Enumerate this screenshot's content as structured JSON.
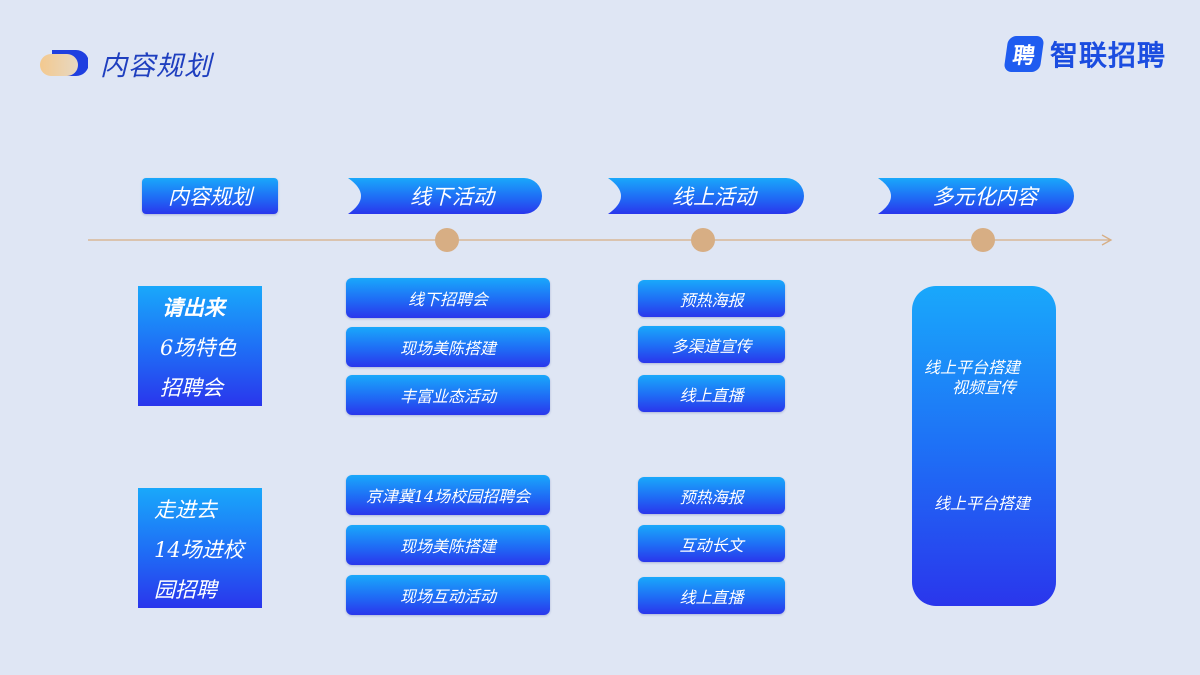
{
  "header": {
    "title": "内容规划",
    "brand_icon_text": "聘",
    "brand_name": "智联招聘"
  },
  "timeline_headers": {
    "start": "内容规划",
    "offline": "线下活动",
    "online": "线上活动",
    "diverse": "多元化内容"
  },
  "group1": {
    "label": [
      "请出来",
      "6场特色",
      "招聘会"
    ],
    "offline": [
      "线下招聘会",
      "现场美陈搭建",
      "丰富业态活动"
    ],
    "online": [
      "预热海报",
      "多渠道宣传",
      "线上直播"
    ]
  },
  "group2": {
    "label": [
      "走进去",
      "14场进校",
      "园招聘"
    ],
    "offline": [
      "京津冀14场校园招聘会",
      "现场美陈搭建",
      "现场互动活动"
    ],
    "online": [
      "预热海报",
      "互动长文",
      "线上直播"
    ]
  },
  "diverse_box": {
    "line1": "线上平台搭建",
    "line2": "视频宣传",
    "line3": "线上平台搭建"
  },
  "colors": {
    "background": "#dfe6f4",
    "gradient_top": "#19a8fb",
    "gradient_bottom": "#2a36ec",
    "timeline": "#d7ae84",
    "title": "#1f3fbf",
    "brand": "#1b4de0"
  }
}
